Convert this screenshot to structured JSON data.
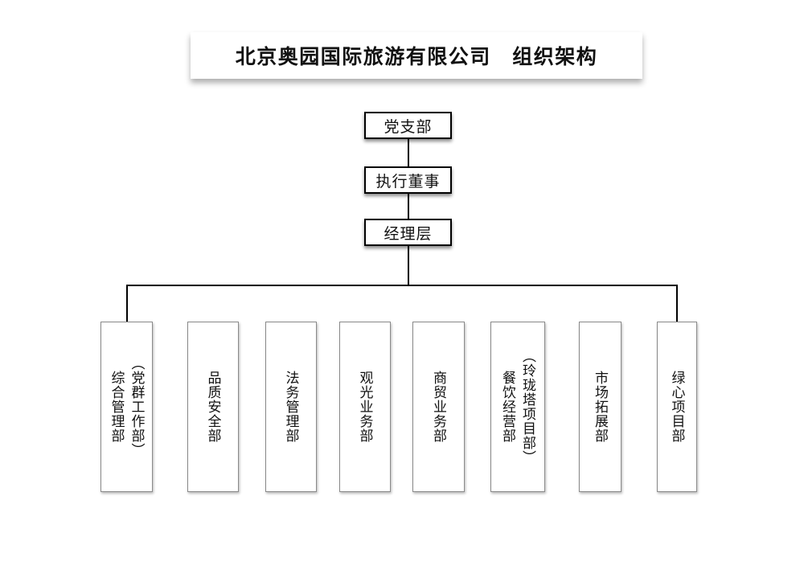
{
  "title": "北京奥园国际旅游有限公司　组织架构",
  "hierarchy": [
    {
      "label": "党支部"
    },
    {
      "label": "执行董事"
    },
    {
      "label": "经理层"
    }
  ],
  "departments": [
    {
      "label": "（党群工作部）\n综合管理部"
    },
    {
      "label": "品质安全部"
    },
    {
      "label": "法务管理部"
    },
    {
      "label": "观光业务部"
    },
    {
      "label": "商贸业务部"
    },
    {
      "label": "（玲珑塔项目部）\n餐饮经营部"
    },
    {
      "label": "市场拓展部"
    },
    {
      "label": "绿心项目部"
    }
  ],
  "colors": {
    "background": "#ffffff",
    "text": "#111111",
    "node_border": "#000000",
    "dept_border": "#8a8a8a",
    "connector": "#000000"
  }
}
